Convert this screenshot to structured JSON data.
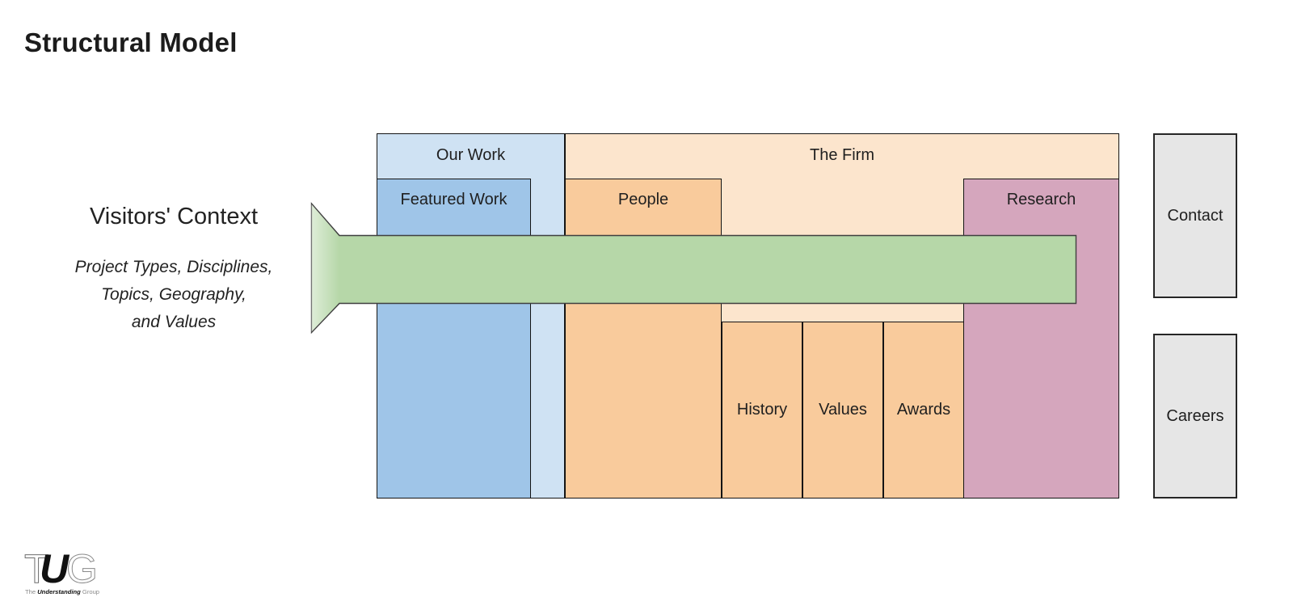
{
  "page": {
    "title": "Structural Model"
  },
  "context": {
    "heading": "Visitors' Context",
    "lines": [
      "Project Types, Disciplines,",
      "Topics, Geography,",
      "and Values"
    ]
  },
  "diagram": {
    "our_work": {
      "label": "Our Work"
    },
    "featured_work": {
      "label": "Featured Work"
    },
    "the_firm": {
      "label": "The Firm"
    },
    "people": {
      "label": "People"
    },
    "research": {
      "label": "Research"
    },
    "history": {
      "label": "History"
    },
    "values": {
      "label": "Values"
    },
    "awards": {
      "label": "Awards"
    },
    "contact": {
      "label": "Contact"
    },
    "careers": {
      "label": "Careers"
    }
  },
  "colors": {
    "our_work_bg": "#cfe2f3",
    "featured_work_bg": "#9fc5e8",
    "the_firm_bg": "#fce5cd",
    "people_bg": "#f9cb9c",
    "history_bg": "#f9cb9c",
    "values_bg": "#f9cb9c",
    "awards_bg": "#f9cb9c",
    "research_bg": "#d5a6bd",
    "utility_bg": "#e6e6e6",
    "flow_bg": "#b6d7a8",
    "flow_border": "#3f3f3f",
    "box_border": "#141414",
    "text": "#1f1f1f"
  },
  "logo": {
    "letter_t": "T",
    "letter_u": "U",
    "letter_g": "G",
    "tagline_pre": "The ",
    "tagline_bold": "Understanding",
    "tagline_post": " Group"
  }
}
